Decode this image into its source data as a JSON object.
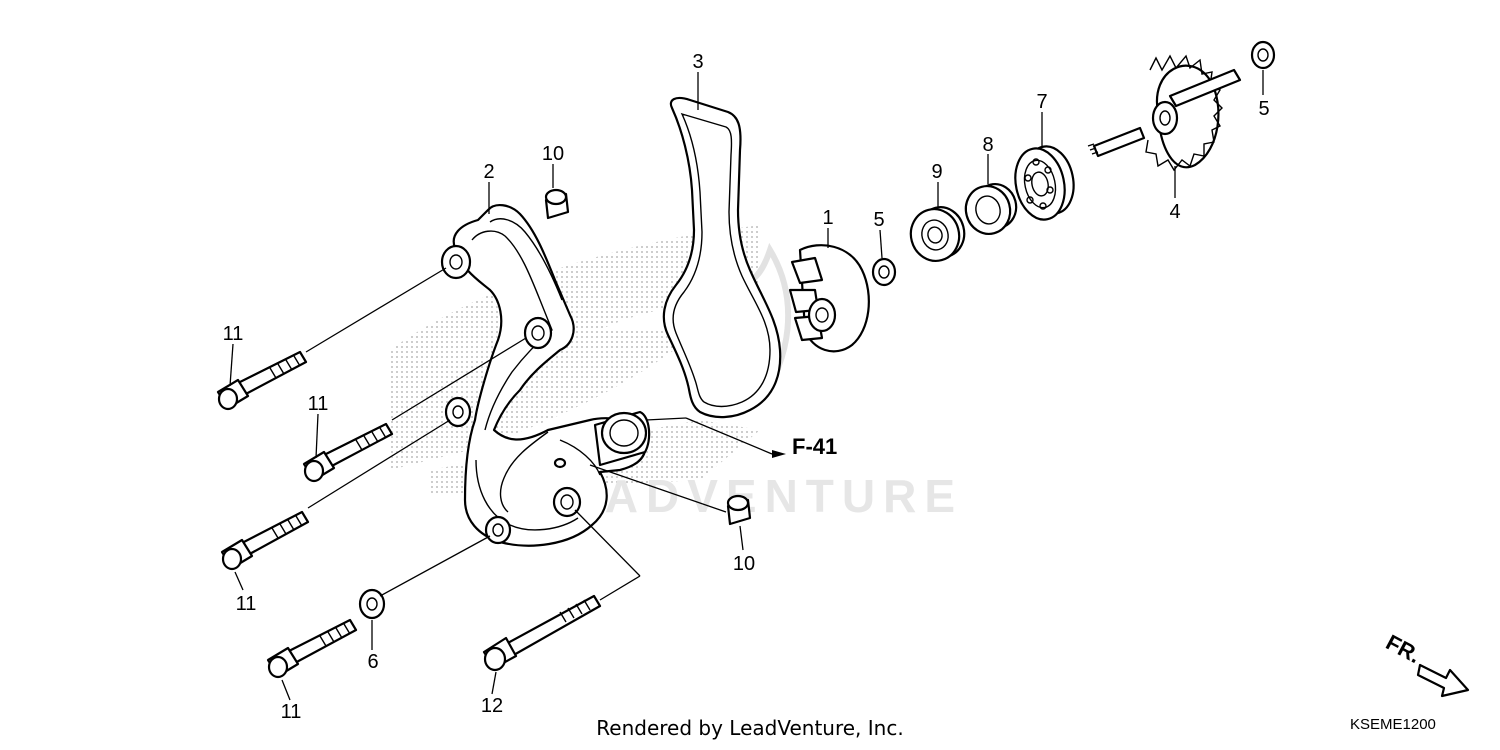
{
  "diagram": {
    "watermark": "LEADVENTURE",
    "callouts": [
      {
        "id": "c-1",
        "text": "1"
      },
      {
        "id": "c-2",
        "text": "2"
      },
      {
        "id": "c-3",
        "text": "3"
      },
      {
        "id": "c-4",
        "text": "4"
      },
      {
        "id": "c-5a",
        "text": "5"
      },
      {
        "id": "c-5b",
        "text": "5"
      },
      {
        "id": "c-6",
        "text": "6"
      },
      {
        "id": "c-7",
        "text": "7"
      },
      {
        "id": "c-8",
        "text": "8"
      },
      {
        "id": "c-9",
        "text": "9"
      },
      {
        "id": "c-10a",
        "text": "10"
      },
      {
        "id": "c-10b",
        "text": "10"
      },
      {
        "id": "c-11a",
        "text": "11"
      },
      {
        "id": "c-11b",
        "text": "11"
      },
      {
        "id": "c-11c",
        "text": "11"
      },
      {
        "id": "c-11d",
        "text": "11"
      },
      {
        "id": "c-12",
        "text": "12"
      }
    ],
    "reference": "F-41",
    "front_marker": "FR.",
    "diagram_code": "KSEME1200",
    "footer": "Rendered by LeadVenture, Inc."
  }
}
